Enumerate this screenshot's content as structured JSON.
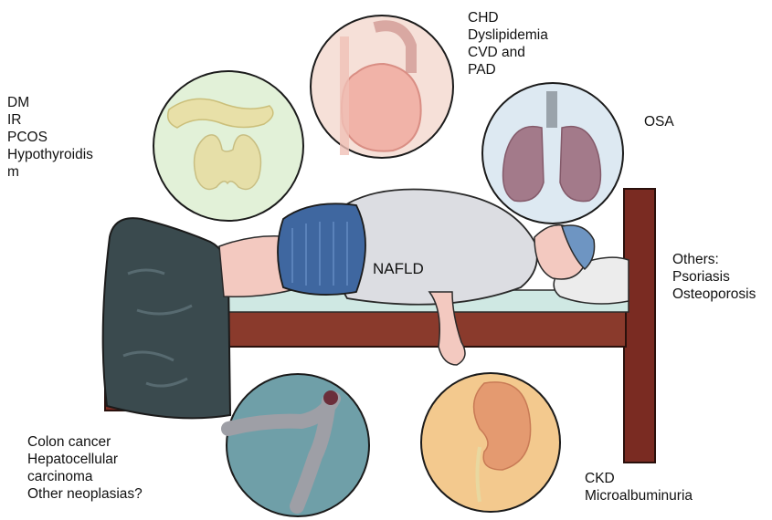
{
  "center": {
    "label": "NAFLD"
  },
  "groups": {
    "endocrine": [
      "DM",
      "IR",
      "PCOS",
      "Hypothyroidis",
      "m"
    ],
    "cardiovascular": [
      "CHD",
      "Dyslipidemia",
      "CVD and",
      "PAD"
    ],
    "respiratory": [
      "OSA"
    ],
    "others": [
      "Others:",
      "Psoriasis",
      "Osteoporosis"
    ],
    "gastrointestinal": [
      "Colon cancer",
      "Hepatocellular",
      "carcinoma",
      "Other neoplasias?"
    ],
    "renal": [
      "CKD",
      "Microalbuminuria"
    ]
  },
  "colors": {
    "endocrine_circle": "#e2f1d8",
    "cardio_circle": "#f6e0d8",
    "lung_circle": "#dde9f2",
    "colon_circle": "#6f9fa8",
    "kidney_circle": "#f3c98e",
    "bed_frame": "#7a2b22",
    "blanket": "#3a4a4e",
    "shirt": "#dcdde2",
    "shorts": "#3f67a0",
    "skin": "#f3c9c0",
    "mattress": "#cfe8e3"
  }
}
